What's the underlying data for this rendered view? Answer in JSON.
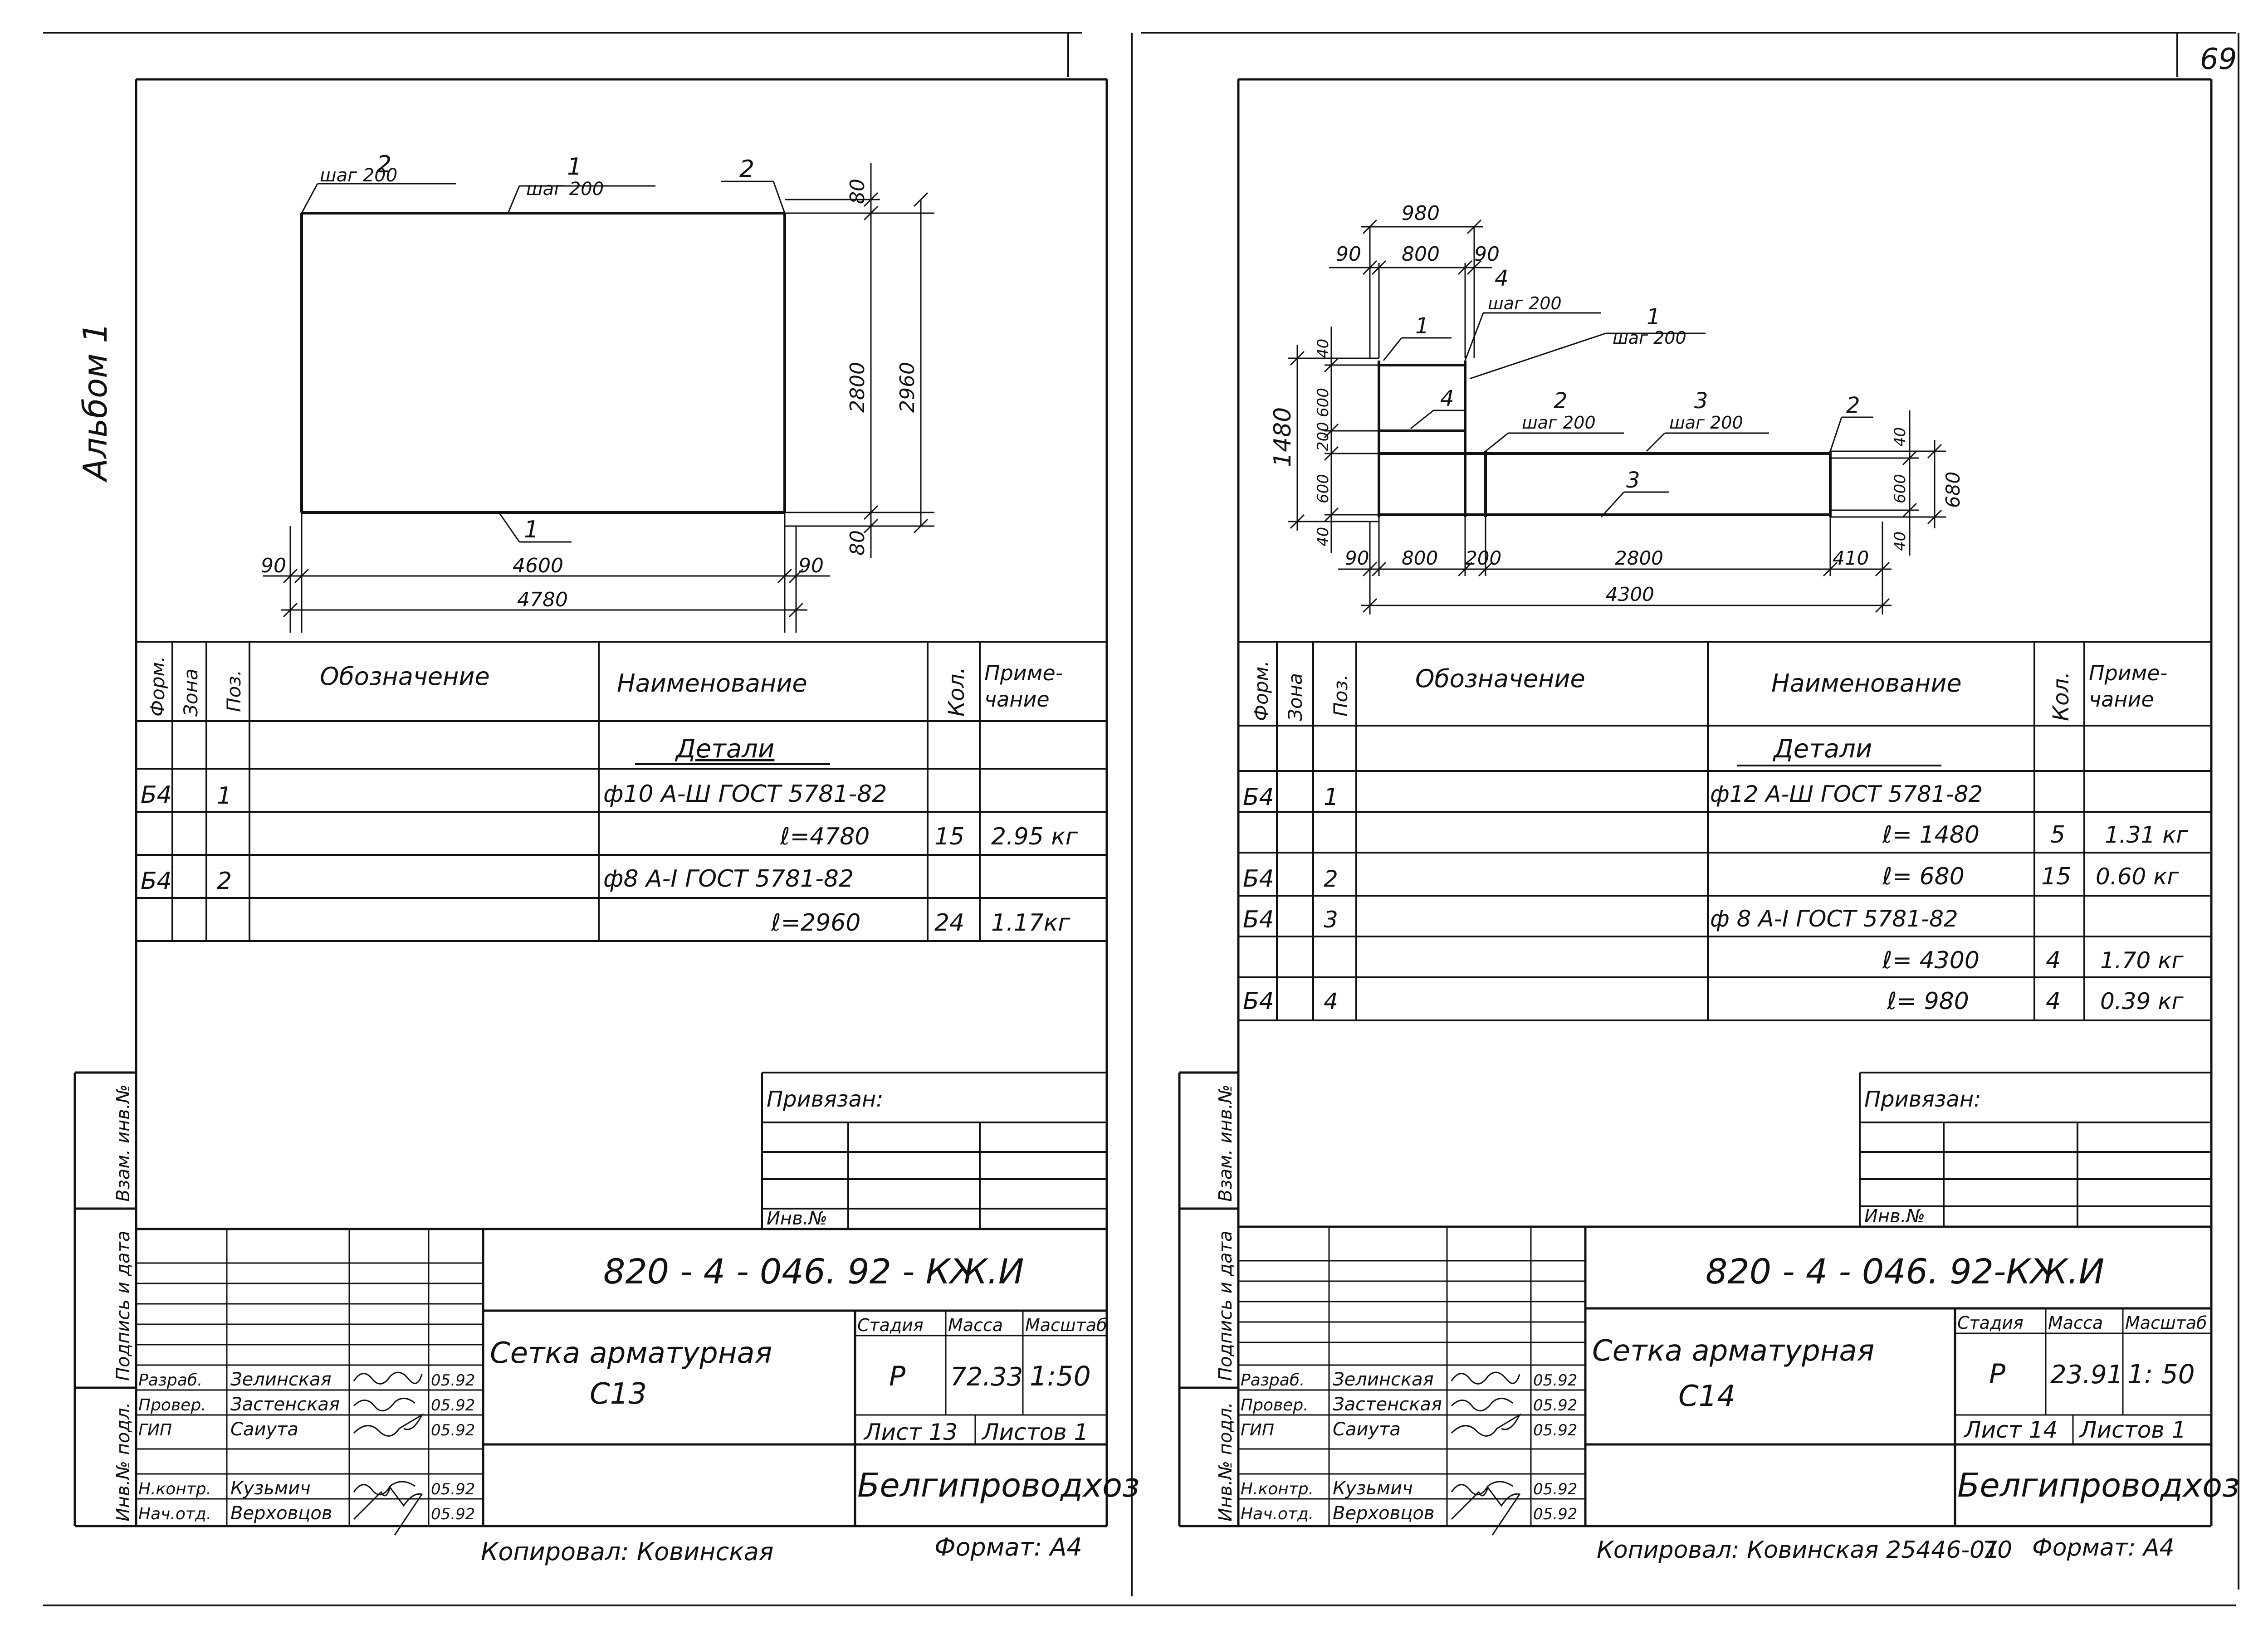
{
  "page_number": "69",
  "album_label": "Альбом 1",
  "left": {
    "drawing": {
      "label_pos2_top_left": "2",
      "label_step_top_left": "шаг 200",
      "label_pos1_top": "1",
      "label_step_top": "шаг 200",
      "label_pos2_top_right": "2",
      "label_pos1_bottom": "1",
      "dim_80_top": "80",
      "dim_2800": "2800",
      "dim_2960": "2960",
      "dim_80_bottom": "80",
      "dim_90_left": "90",
      "dim_4600": "4600",
      "dim_90_right": "90",
      "dim_4780": "4780"
    },
    "spec": {
      "h_format": "Форм.",
      "h_zone": "Зона",
      "h_pos": "Поз.",
      "h_designation": "Обозначение",
      "h_name": "Наименование",
      "h_qty": "Кол.",
      "h_note": "Приме-\nчание",
      "section": "Детали",
      "rows": [
        {
          "format": "Б4",
          "pos": "1",
          "name": "ф10 A-Ш ГОСТ 5781-82",
          "qty": "",
          "note": ""
        },
        {
          "format": "",
          "pos": "",
          "name": "ℓ=4780",
          "qty": "15",
          "note": "2.95 кг"
        },
        {
          "format": "Б4",
          "pos": "2",
          "name": "ф8 A-I ГОСТ 5781-82",
          "qty": "",
          "note": ""
        },
        {
          "format": "",
          "pos": "",
          "name": "ℓ=2960",
          "qty": "24",
          "note": "1.17кг"
        }
      ]
    },
    "privyazan": "Привязан:",
    "inv_no": "Инв.№",
    "side_labels": {
      "vzam": "Взам. инв.№",
      "podpis": "Подпись и дата",
      "inv_podl": "Инв.№ подл."
    },
    "title_block": {
      "code": "820 - 4 - 046. 92 - КЖ.И",
      "title_line1": "Сетка арматурная",
      "title_line2": "С13",
      "h_stage": "Стадия",
      "h_mass": "Масса",
      "h_scale": "Масштаб",
      "stage": "Р",
      "mass": "72.33",
      "scale": "1:50",
      "sheet": "Лист 13",
      "sheets": "Листов 1",
      "org": "Белгипроводхоз",
      "people": [
        {
          "role": "Разраб.",
          "name": "Зелинская",
          "date": "05.92"
        },
        {
          "role": "Провер.",
          "name": "Застенская",
          "date": "05.92"
        },
        {
          "role": "ГИП",
          "name": "Саиута",
          "date": "05.92"
        },
        {
          "role": "Н.контр.",
          "name": "Кузьмич",
          "date": "05.92"
        },
        {
          "role": "Нач.отд.",
          "name": "Верховцов",
          "date": "05.92"
        }
      ]
    },
    "footer_copied": "Копировал: Ковинская",
    "footer_format": "Формат: А4"
  },
  "right": {
    "drawing": {
      "dim_980": "980",
      "dim_90a": "90",
      "dim_800a": "800",
      "dim_90b": "90",
      "label_4_top": "4",
      "label_step_4": "шаг 200",
      "label_1_top": "1",
      "label_1_right": "1",
      "label_step_1": "шаг 200",
      "label_4_mid": "4",
      "label_2_mid": "2",
      "label_step_2": "шаг 200",
      "label_3_mid": "3",
      "label_step_3": "шаг 200",
      "label_2_right": "2",
      "label_3_bottom": "3",
      "dim_40_tl": "40",
      "dim_600_l": "600",
      "dim_200_l": "200",
      "dim_600_l2": "600",
      "dim_40_bl": "40",
      "dim_1480": "1480",
      "dim_40_tr": "40",
      "dim_600_r": "600",
      "dim_40_br": "40",
      "dim_680": "680",
      "dim_90c": "90",
      "dim_800b": "800",
      "dim_200": "200",
      "dim_2800": "2800",
      "dim_410": "410",
      "dim_4300": "4300"
    },
    "spec": {
      "h_format": "Форм.",
      "h_zone": "Зона",
      "h_pos": "Поз.",
      "h_designation": "Обозначение",
      "h_name": "Наименование",
      "h_qty": "Кол.",
      "h_note": "Приме-\nчание",
      "section": "Детали",
      "rows": [
        {
          "format": "Б4",
          "pos": "1",
          "name": "ф12 A-Ш ГОСТ 5781-82",
          "qty": "",
          "note": ""
        },
        {
          "format": "",
          "pos": "",
          "name": "ℓ= 1480",
          "qty": "5",
          "note": "1.31 кг"
        },
        {
          "format": "Б4",
          "pos": "2",
          "name": "ℓ= 680",
          "qty": "15",
          "note": "0.60 кг"
        },
        {
          "format": "Б4",
          "pos": "3",
          "name": "ф 8 A-I ГОСТ 5781-82",
          "qty": "",
          "note": ""
        },
        {
          "format": "",
          "pos": "",
          "name": "ℓ= 4300",
          "qty": "4",
          "note": "1.70 кг"
        },
        {
          "format": "Б4",
          "pos": "4",
          "name": "ℓ= 980",
          "qty": "4",
          "note": "0.39 кг"
        }
      ]
    },
    "privyazan": "Привязан:",
    "inv_no": "Инв.№",
    "side_labels": {
      "vzam": "Взам. инв.№",
      "podpis": "Подпись и дата",
      "inv_podl": "Инв.№ подл."
    },
    "title_block": {
      "code": "820 - 4 - 046. 92-КЖ.И",
      "title_line1": "Сетка арматурная",
      "title_line2": "С14",
      "h_stage": "Стадия",
      "h_mass": "Масса",
      "h_scale": "Масштаб",
      "stage": "Р",
      "mass": "23.91",
      "scale": "1: 50",
      "sheet": "Лист 14",
      "sheets": "Листов 1",
      "org": "Белгипроводхоз",
      "people": [
        {
          "role": "Разраб.",
          "name": "Зелинская",
          "date": "05.92"
        },
        {
          "role": "Провер.",
          "name": "Застенская",
          "date": "05.92"
        },
        {
          "role": "ГИП",
          "name": "Саиута",
          "date": "05.92"
        },
        {
          "role": "Н.контр.",
          "name": "Кузьмич",
          "date": "05.92"
        },
        {
          "role": "Нач.отд.",
          "name": "Верховцов",
          "date": "05.92"
        }
      ]
    },
    "footer_copied": "Копировал: Ковинская 25446-01",
    "footer_num": "70",
    "footer_format": "Формат: А4"
  }
}
